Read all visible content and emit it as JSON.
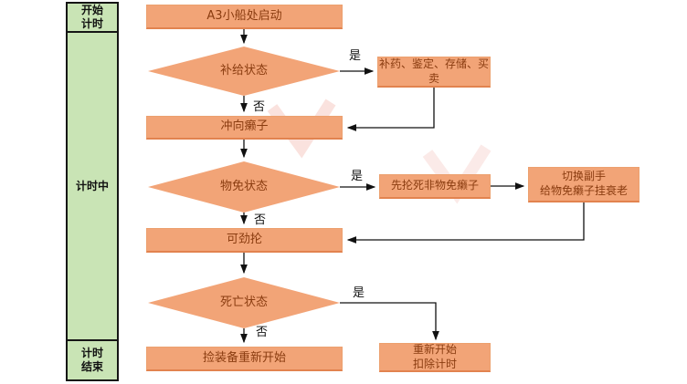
{
  "sidebar": {
    "start": "开始\n计时",
    "during": "计时中",
    "end": "计时\n结束"
  },
  "nodes": {
    "a3_start": "A3小船处启动",
    "supply_decision": "补给状态",
    "supply_actions": "补药、鉴定、存储、买卖",
    "rush_boss": "冲向癞子",
    "immunity_decision": "物免状态",
    "kill_non_immune": "先抡死非物免癞子",
    "switch_offhand": "切换副手\n给物免癞子挂衰老",
    "attack_freely": "可劲抡",
    "death_decision": "死亡状态",
    "pickup_restart": "捡装备重新开始",
    "restart_deduct": "重新开始\n扣除计时"
  },
  "edge_labels": {
    "yes": "是",
    "no": "否"
  },
  "colors": {
    "node_fill": "#F2A477",
    "node_text": "#8A3C10",
    "sidebar_fill": "#C9E4B5",
    "connector": "#1a1a1a"
  }
}
